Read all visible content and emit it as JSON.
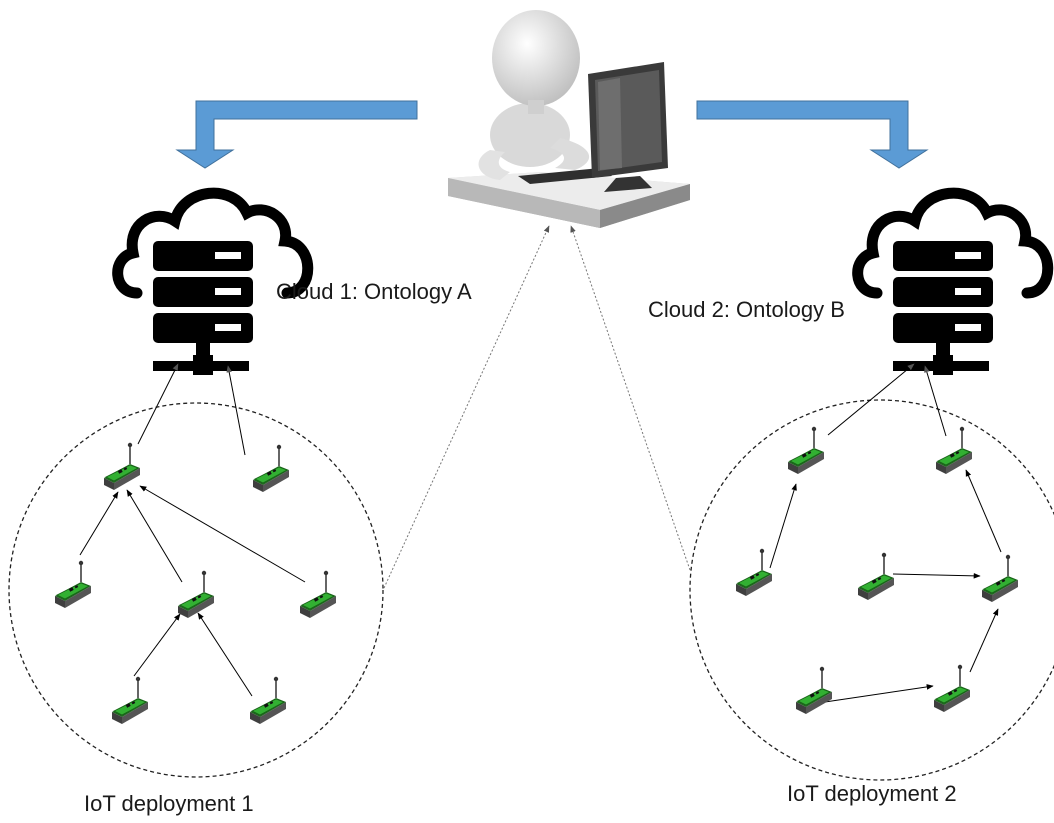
{
  "labels": {
    "cloud1": "Cloud 1: Ontology A",
    "cloud2": "Cloud 2: Ontology B",
    "deployment1": "IoT deployment 1",
    "deployment2": "IoT deployment 2"
  },
  "colors": {
    "flow_arrow": "#5b9bd5",
    "flow_arrow_stroke": "#41719c",
    "cloud_icon": "#000000",
    "sensor_board": "#2e9e2e",
    "sensor_dark": "#1f6b1f",
    "figure": "#e8e8e8",
    "monitor": "#3a3a3a"
  },
  "icons": {
    "user": "user-at-computer-icon",
    "cloud": "cloud-server-icon",
    "sensor": "sensor-node-icon"
  }
}
